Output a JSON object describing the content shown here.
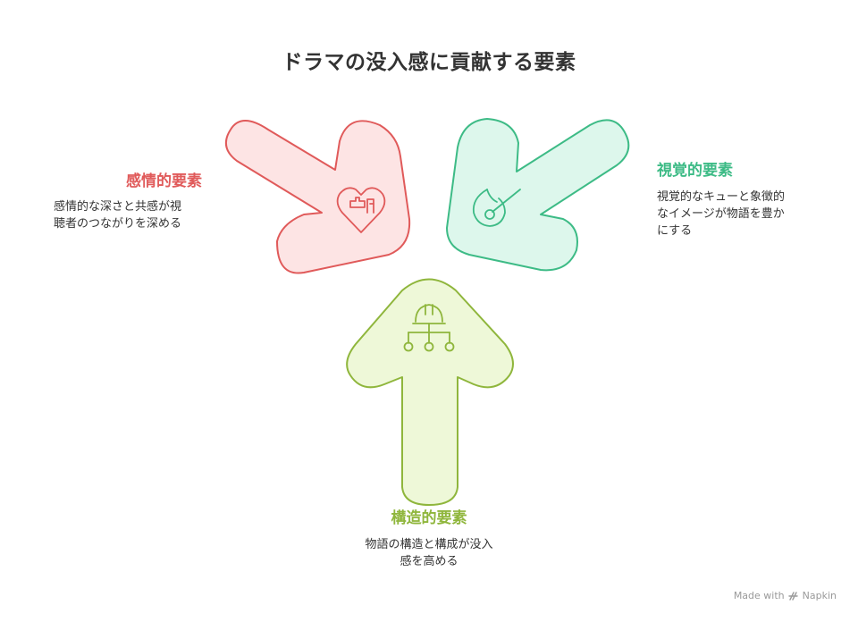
{
  "title": "ドラマの没入感に貢献する要素",
  "elements": {
    "emotional": {
      "heading": "感情的要素",
      "desc_line1": "感情的な深さと共感が視",
      "desc_line2": "聴者のつながりを深める",
      "color": "#e05a5a",
      "fill": "#fde4e4"
    },
    "visual": {
      "heading": "視覚的要素",
      "desc_line1": "視覚的なキューと象徴的",
      "desc_line2": "なイメージが物語を豊か",
      "desc_line3": "にする",
      "color": "#3dbb86",
      "fill": "#ddf7ec"
    },
    "structural": {
      "heading": "構造的要素",
      "desc_line1": "物語の構造と構成が没入",
      "desc_line2": "感を高める",
      "color": "#8fb63c",
      "fill": "#eef8d8"
    }
  },
  "icons": {
    "emotional": "heart-puzzle-icon",
    "visual": "eye-flame-icon",
    "structural": "hardhat-network-icon"
  },
  "footer": {
    "brand": "Made with",
    "name": "Napkin"
  }
}
